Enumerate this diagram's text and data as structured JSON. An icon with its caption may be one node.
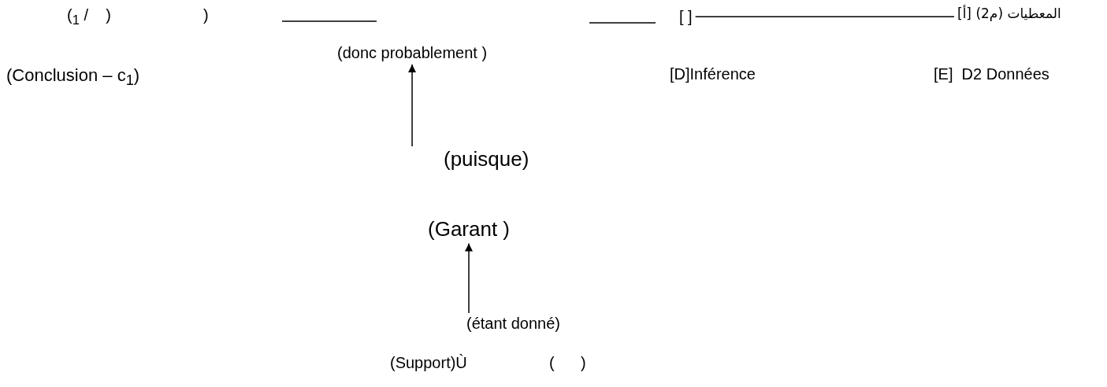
{
  "diagram": {
    "nodes": [
      {
        "text": [
          "[ ]"
        ]
      },
      {
        "text": [
          "المعطيات (م2) [أ]"
        ]
      },
      {
        "text": [
          "(donc probablement )"
        ]
      },
      {
        "text": [
          "(puisque)"
        ]
      },
      {
        "text": [
          "(Garant )"
        ]
      },
      {
        "text": [
          "(étant donné)"
        ]
      }
    ],
    "edges": [
      {
        "from": 1,
        "to": 0,
        "arrow": "none"
      },
      {
        "from": 3,
        "to": 2,
        "arrow": "to"
      },
      {
        "from": 5,
        "to": 4,
        "arrow": "to"
      }
    ],
    "labels": [
      "($_{1}$ /    )",
      ")",
      "(Conclusion – c$_{1}$)",
      "[D]Inférence",
      "[E]  D2 Données",
      "(Support)Ù",
      "(      )"
    ]
  }
}
